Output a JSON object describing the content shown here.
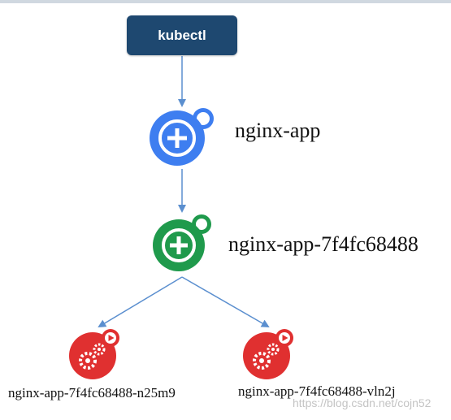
{
  "diagram": {
    "source": {
      "label": "kubectl"
    },
    "deployment": {
      "label": "nginx-app"
    },
    "replicaset": {
      "label": "nginx-app-7f4fc68488"
    },
    "pods": [
      {
        "label": "nginx-app-7f4fc68488-n25m9"
      },
      {
        "label": "nginx-app-7f4fc68488-vln2j"
      }
    ]
  },
  "colors": {
    "kubectl_box": "#1e4870",
    "deployment_icon": "#3e7ef0",
    "replicaset_icon": "#1f9a4c",
    "pod_icon": "#e03030",
    "arrow": "#5b8fcf"
  },
  "icons": {
    "deployment": "deployment-plus-icon",
    "replicaset": "replicaset-plus-icon",
    "pod": "pod-gears-play-icon"
  },
  "watermark": "https://blog.csdn.net/cojn52"
}
